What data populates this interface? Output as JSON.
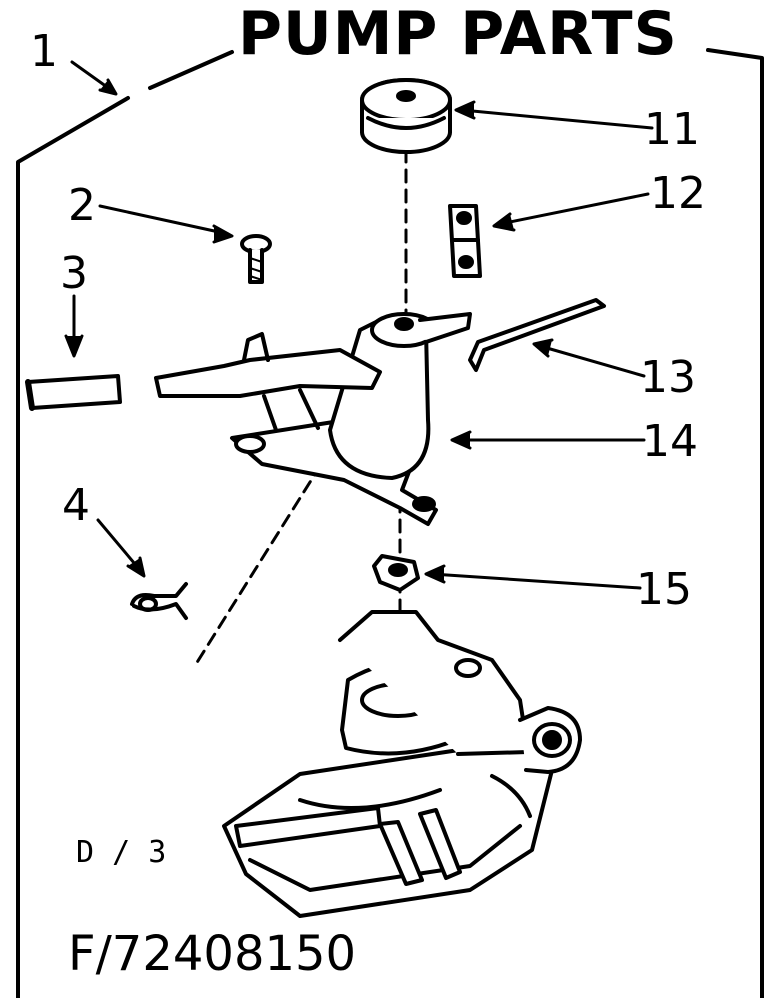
{
  "title": "PUMP PARTS",
  "callouts": {
    "c1": "1",
    "c2": "2",
    "c3": "3",
    "c4": "4",
    "c11": "11",
    "c12": "12",
    "c13": "13",
    "c14": "14",
    "c15": "15"
  },
  "sheet_ref": "D / 3",
  "figure_code": "F/72408150"
}
